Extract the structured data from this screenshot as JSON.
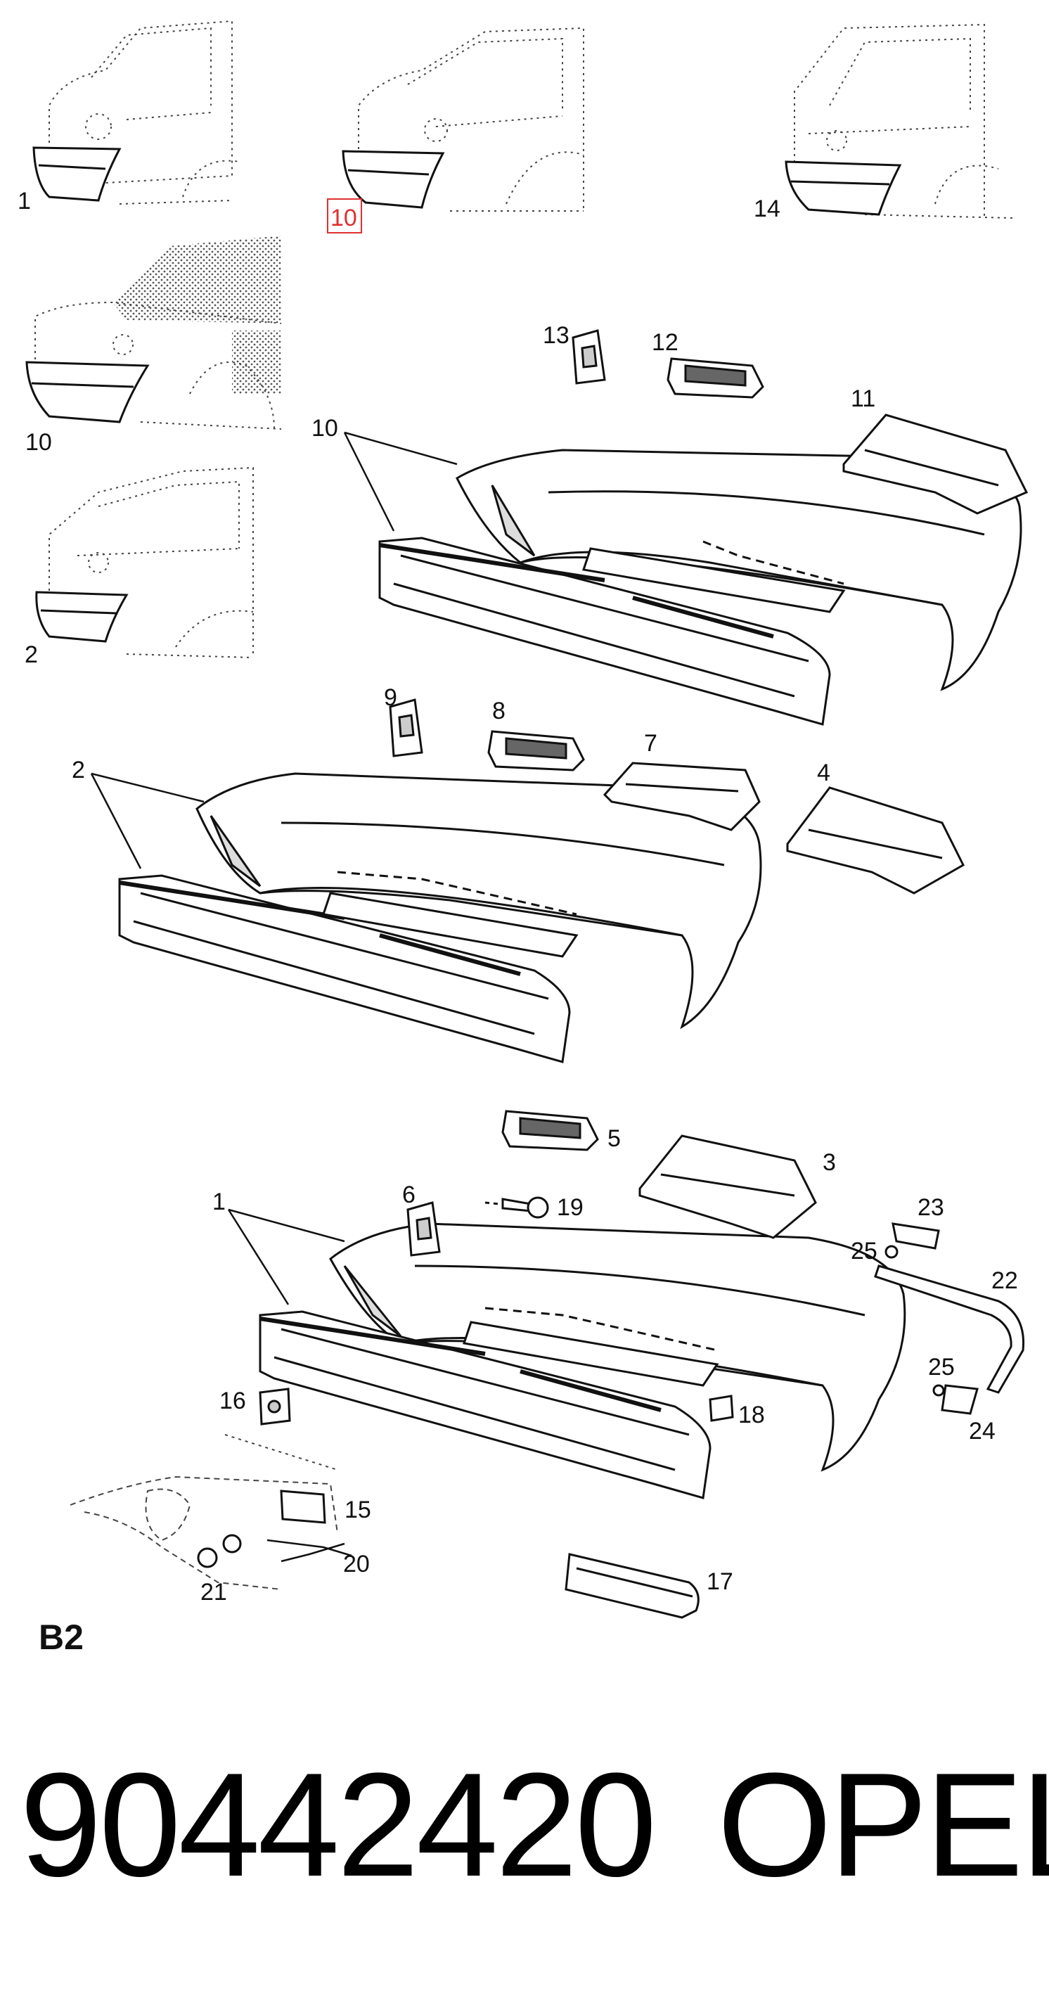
{
  "diagram": {
    "section_code": "B2",
    "highlighted_callout": "10",
    "highlight_color": "#e03030",
    "callouts": [
      "1",
      "2",
      "3",
      "4",
      "5",
      "6",
      "7",
      "8",
      "9",
      "10",
      "11",
      "12",
      "13",
      "14",
      "15",
      "16",
      "17",
      "18",
      "19",
      "20",
      "21",
      "22",
      "23",
      "24",
      "25"
    ]
  },
  "footer": {
    "part_number": "90442420",
    "brand": "OPEL"
  }
}
